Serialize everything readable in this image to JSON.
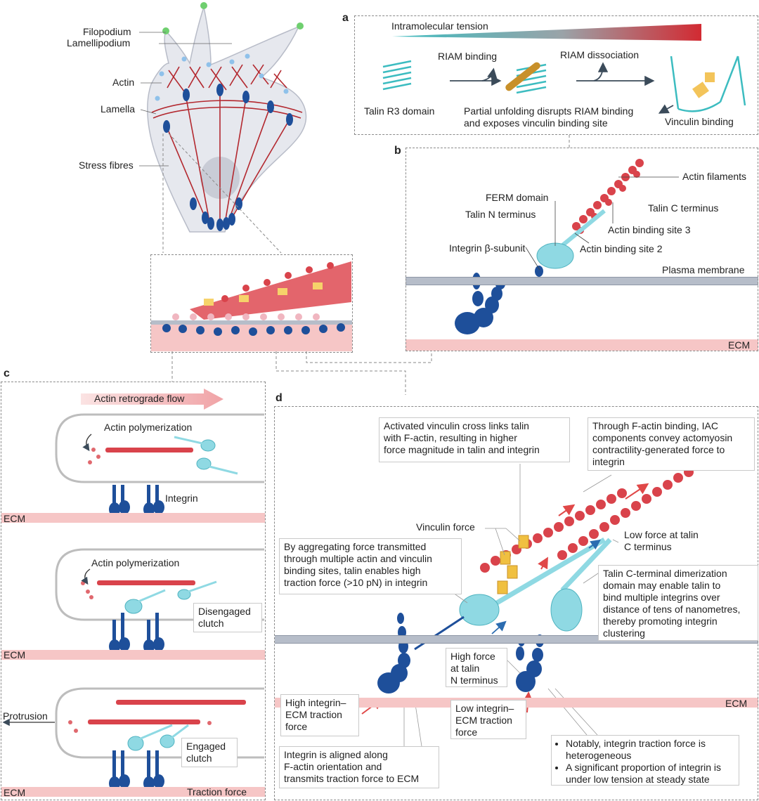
{
  "colors": {
    "actin": "#d8505a",
    "talin": "#8fd9e3",
    "integrin": "#1e4f9a",
    "vinculin": "#f0c040",
    "ecm": "#f6c6c6",
    "membrane": "#b6bdc9",
    "riam": "#c8902a",
    "teal": "#3cbcc0"
  },
  "cell": {
    "labels": {
      "filopodium": "Filopodium",
      "lamellipodium": "Lamellipodium",
      "actin": "Actin",
      "lamella": "Lamella",
      "stress_fibres": "Stress fibres"
    }
  },
  "panel_a": {
    "letter": "a",
    "tension_label": "Intramolecular tension",
    "riam_binding": "RIAM binding",
    "riam_dissociation": "RIAM dissociation",
    "talin_r3": "Talin R3 domain",
    "partial_unfolding": "Partial unfolding disrupts RIAM binding\nand exposes vinculin binding site",
    "vinculin_binding": "Vinculin binding"
  },
  "panel_b": {
    "letter": "b",
    "actin_filaments": "Actin filaments",
    "ferm_domain": "FERM domain",
    "talin_n": "Talin N terminus",
    "talin_c": "Talin C terminus",
    "abs3": "Actin binding site 3",
    "abs2": "Actin binding site 2",
    "integrin_beta": "Integrin β-subunit",
    "plasma_membrane": "Plasma membrane",
    "ecm": "ECM"
  },
  "panel_c": {
    "letter": "c",
    "retrograde": "Actin retrograde flow",
    "polymerization": "Actin polymerization",
    "integrin": "Integrin",
    "ecm": "ECM",
    "disengaged": "Disengaged\nclutch",
    "engaged": "Engaged\nclutch",
    "protrusion": "Protrusion",
    "traction": "Traction force"
  },
  "panel_d": {
    "letter": "d",
    "activated_vinculin": "Activated vinculin cross links talin\nwith F-actin, resulting in higher\nforce magnitude in talin and integrin",
    "through_factin": "Through F-actin binding, IAC\ncomponents convey actomyosin\ncontractility-generated force to\nintegrin",
    "vinculin_force": "Vinculin force",
    "low_force_c": "Low force at talin\nC terminus",
    "aggregating": "By aggregating force transmitted\nthrough multiple actin and vinculin\nbinding sites, talin enables high\ntraction force (>10 pN) in integrin",
    "dimerization": "Talin C-terminal dimerization\ndomain may enable talin to\nbind multiple integrins over\ndistance of tens of nanometres,\nthereby promoting integrin\nclustering",
    "high_force_n": "High force\nat talin\nN terminus",
    "ecm": "ECM",
    "high_integrin": "High integrin–\nECM traction\nforce",
    "low_integrin": "Low integrin–\nECM traction\nforce",
    "aligned": "Integrin is aligned along\nF-actin orientation and\ntransmits traction force to ECM",
    "notably": [
      "Notably, integrin traction force is heterogeneous",
      "A significant proportion of integrin is under low tension at steady state"
    ]
  }
}
